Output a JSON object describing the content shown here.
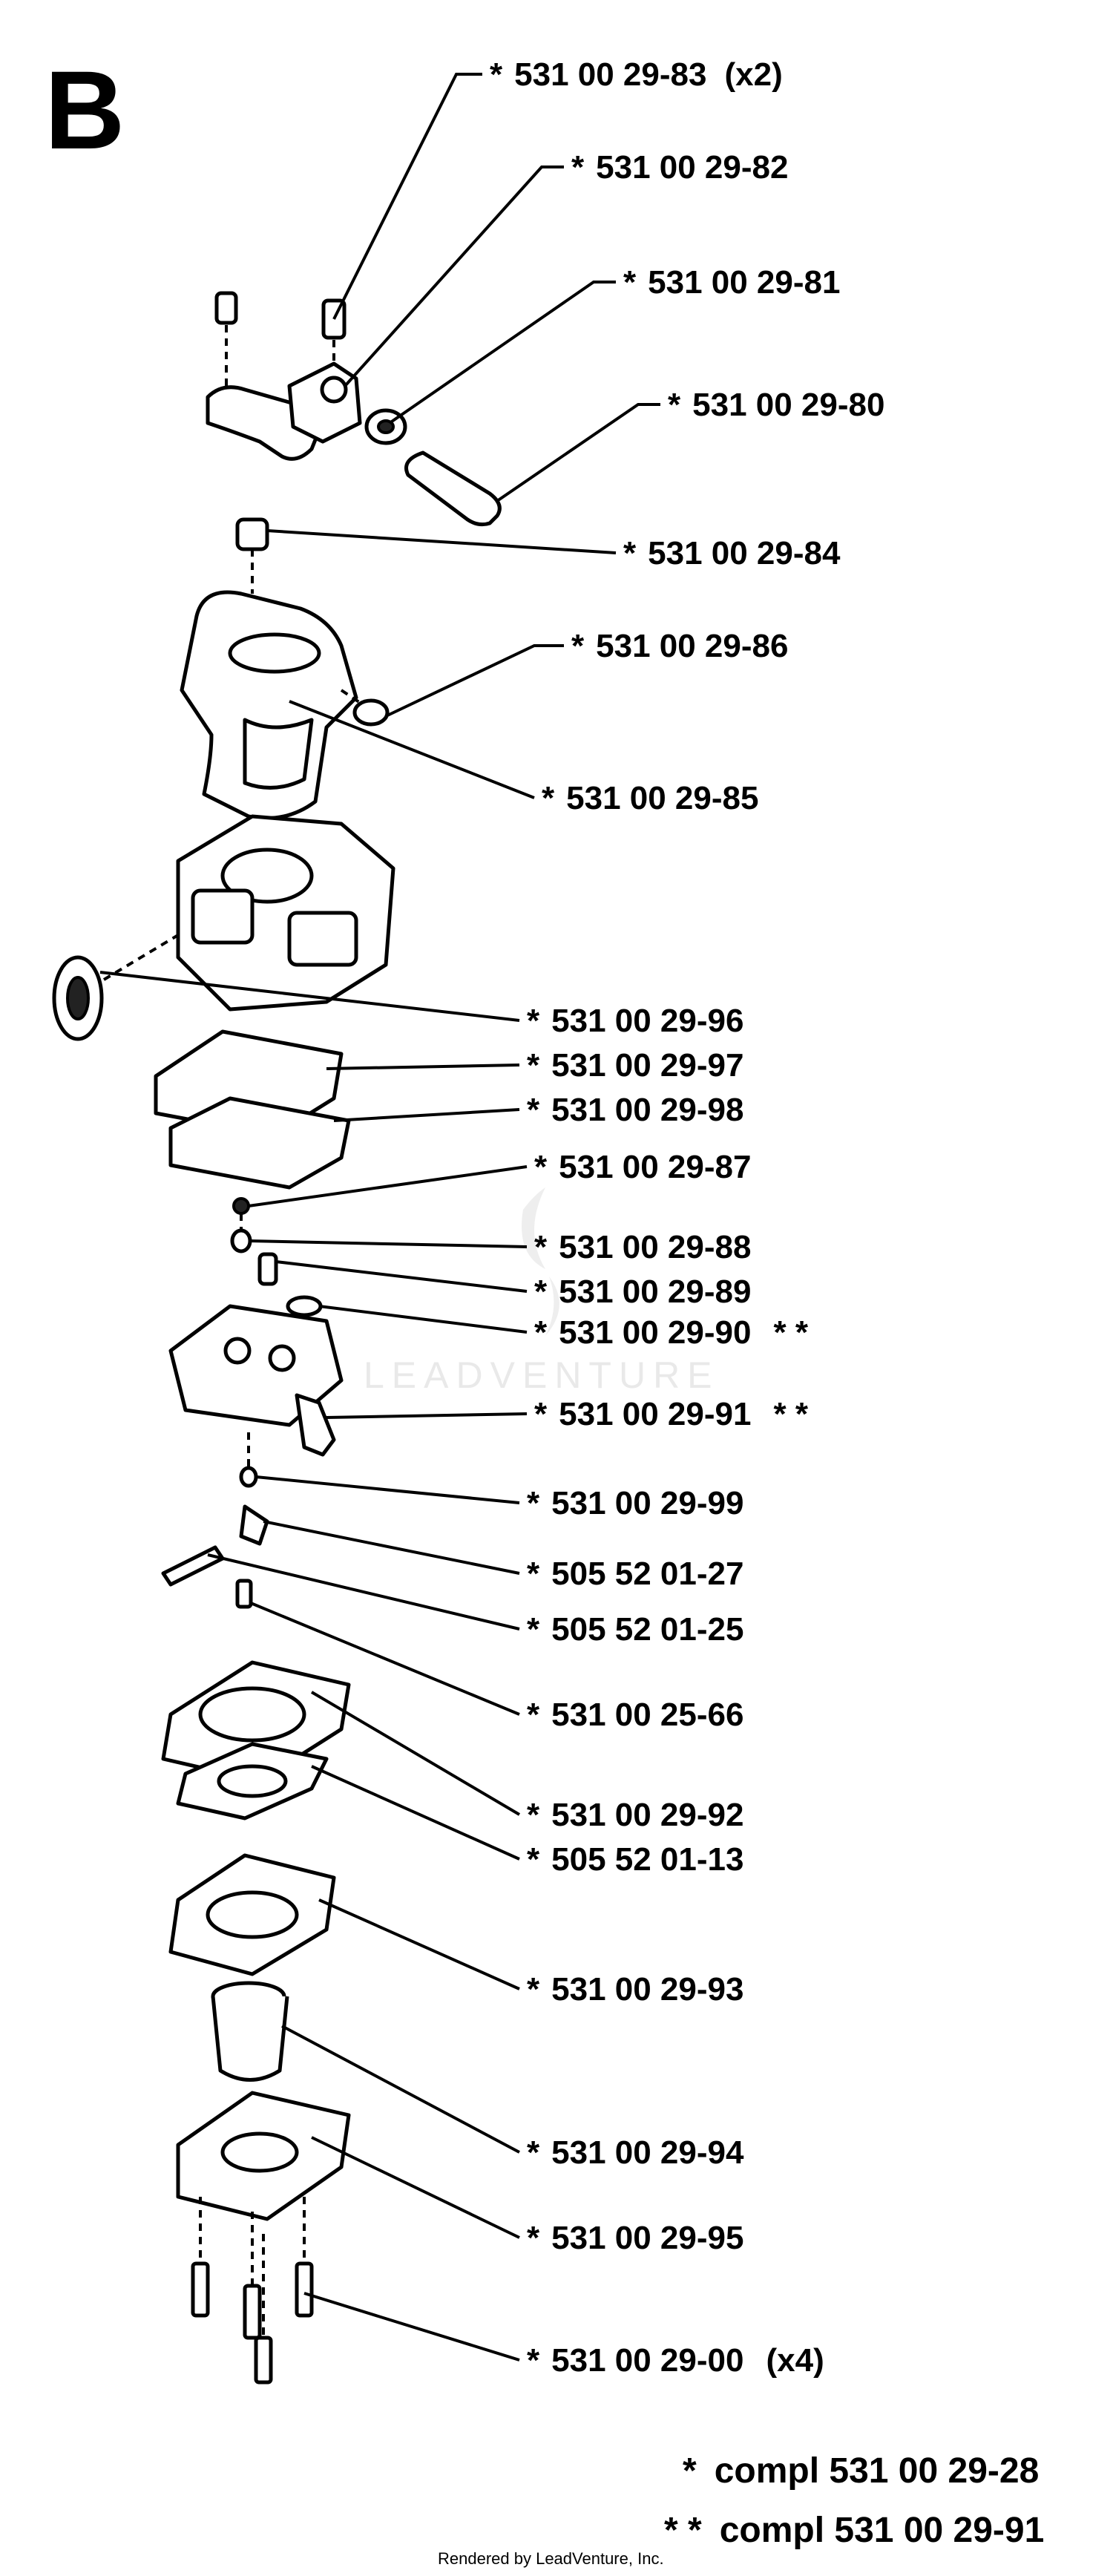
{
  "section_letter": "B",
  "watermark": "LEADVENTURE",
  "footer": "Rendered by LeadVenture, Inc.",
  "callouts": [
    {
      "marker": "*",
      "part_number": "531 00 29-83",
      "qty": "(x2)"
    },
    {
      "marker": "*",
      "part_number": "531 00 29-82",
      "qty": ""
    },
    {
      "marker": "*",
      "part_number": "531 00 29-81",
      "qty": ""
    },
    {
      "marker": "*",
      "part_number": "531 00 29-80",
      "qty": ""
    },
    {
      "marker": "*",
      "part_number": "531 00 29-84",
      "qty": ""
    },
    {
      "marker": "*",
      "part_number": "531 00 29-86",
      "qty": ""
    },
    {
      "marker": "*",
      "part_number": "531 00 29-85",
      "qty": ""
    },
    {
      "marker": "*",
      "part_number": "531 00 29-96",
      "qty": ""
    },
    {
      "marker": "*",
      "part_number": "531 00 29-97",
      "qty": ""
    },
    {
      "marker": "*",
      "part_number": "531 00 29-98",
      "qty": ""
    },
    {
      "marker": "*",
      "part_number": "531 00 29-87",
      "qty": ""
    },
    {
      "marker": "*",
      "part_number": "531 00 29-88",
      "qty": ""
    },
    {
      "marker": "*",
      "part_number": "531 00 29-89",
      "qty": ""
    },
    {
      "marker": "*",
      "part_number": "531 00 29-90",
      "qty": "* *"
    },
    {
      "marker": "*",
      "part_number": "531 00 29-91",
      "qty": "* *"
    },
    {
      "marker": "*",
      "part_number": "531 00 29-99",
      "qty": ""
    },
    {
      "marker": "*",
      "part_number": "505 52 01-27",
      "qty": ""
    },
    {
      "marker": "*",
      "part_number": "505 52 01-25",
      "qty": ""
    },
    {
      "marker": "*",
      "part_number": "531 00 25-66",
      "qty": ""
    },
    {
      "marker": "*",
      "part_number": "531 00 29-92",
      "qty": ""
    },
    {
      "marker": "*",
      "part_number": "505 52 01-13",
      "qty": ""
    },
    {
      "marker": "*",
      "part_number": "531 00 29-93",
      "qty": ""
    },
    {
      "marker": "*",
      "part_number": "531 00 29-94",
      "qty": ""
    },
    {
      "marker": "*",
      "part_number": "531 00 29-95",
      "qty": ""
    },
    {
      "marker": "*",
      "part_number": "531 00 29-00",
      "qty": "(x4)"
    }
  ],
  "legend": [
    {
      "marker": "*",
      "text": "compl 531 00 29-28"
    },
    {
      "marker": "* *",
      "text": "compl 531 00 29-91"
    }
  ]
}
